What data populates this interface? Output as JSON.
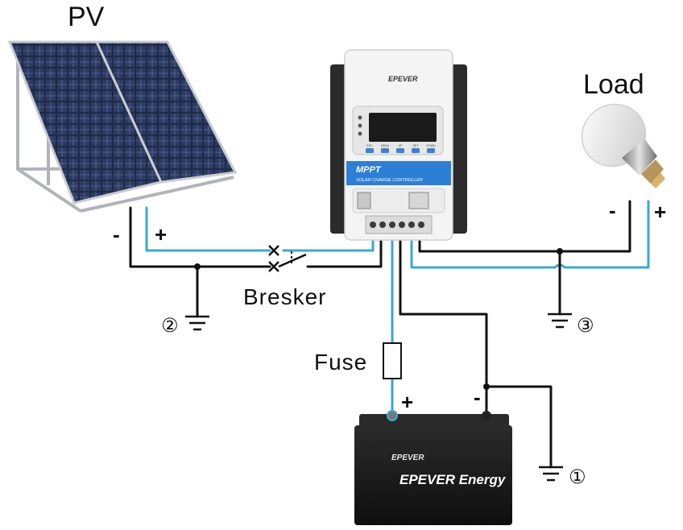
{
  "labels": {
    "pv": "PV",
    "load": "Load",
    "breaker": "Bresker",
    "fuse": "Fuse",
    "pv_minus": "-",
    "pv_plus": "+",
    "load_minus": "-",
    "load_plus": "+",
    "battery_plus": "+",
    "battery_minus": "-",
    "ground_1": "①",
    "ground_2": "②",
    "ground_3": "③"
  },
  "controller": {
    "brand": "EPEVER",
    "title": "MPPT",
    "subtitle": "SOLAR CHARGE CONTROLLER",
    "buttons": [
      "ESC",
      "MENU",
      "UP",
      "SET",
      "DOWN"
    ]
  },
  "battery": {
    "brand": "EPEVER",
    "name": "EPEVER Energy"
  },
  "colors": {
    "positive_wire": "#3aa9d0",
    "negative_wire": "#111111",
    "controller_band": "#2c7fd6",
    "battery_body": "#1b1b1b"
  }
}
